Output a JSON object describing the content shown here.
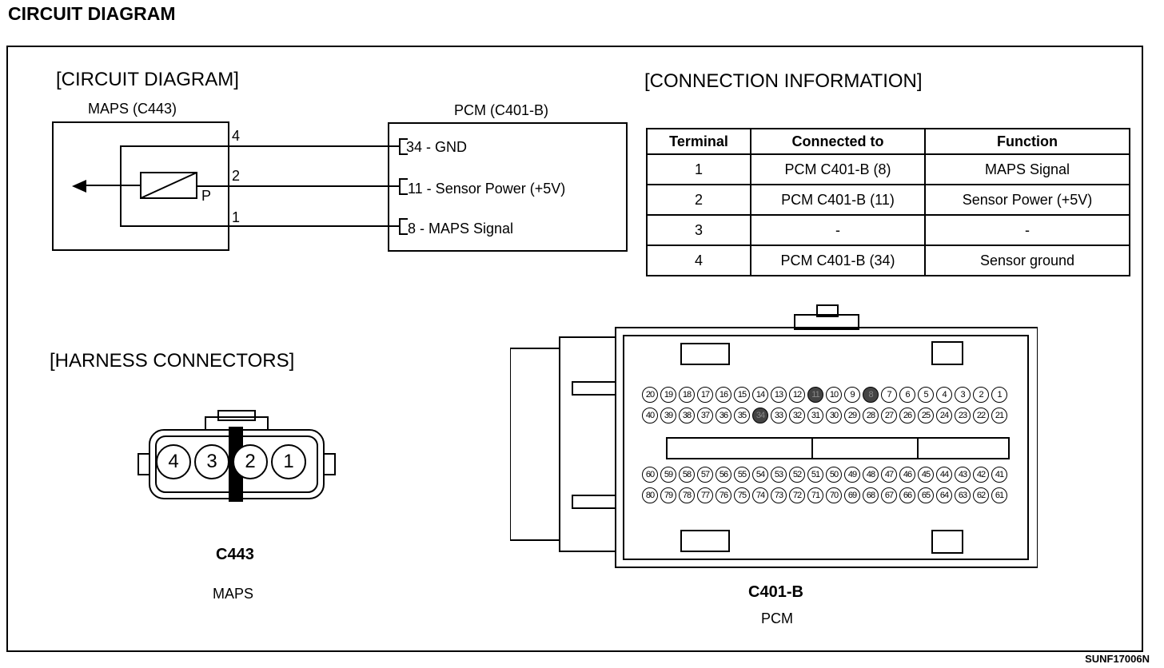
{
  "page_title": "CIRCUIT DIAGRAM",
  "sections": {
    "circuit": "[CIRCUIT DIAGRAM]",
    "connection": "[CONNECTION INFORMATION]",
    "harness": "[HARNESS CONNECTORS]"
  },
  "maps_box": {
    "label": "MAPS (C443)",
    "sensor_symbol": "P",
    "pins": [
      "4",
      "2",
      "1"
    ]
  },
  "pcm_box": {
    "label": "PCM (C401-B)",
    "pins": [
      "34 - GND",
      "11 - Sensor Power (+5V)",
      "8 - MAPS Signal"
    ]
  },
  "table": {
    "headers": [
      "Terminal",
      "Connected to",
      "Function"
    ],
    "rows": [
      [
        "1",
        "PCM C401-B (8)",
        "MAPS Signal"
      ],
      [
        "2",
        "PCM C401-B (11)",
        "Sensor Power (+5V)"
      ],
      [
        "3",
        "-",
        "-"
      ],
      [
        "4",
        "PCM C401-B (34)",
        "Sensor ground"
      ]
    ]
  },
  "c443": {
    "name": "C443",
    "desc": "MAPS",
    "pins": [
      "4",
      "3",
      "2",
      "1"
    ]
  },
  "c401b": {
    "name": "C401-B",
    "desc": "PCM",
    "rows": [
      [
        "20",
        "19",
        "18",
        "17",
        "16",
        "15",
        "14",
        "13",
        "12",
        "11",
        "10",
        "9",
        "8",
        "7",
        "6",
        "5",
        "4",
        "3",
        "2",
        "1"
      ],
      [
        "40",
        "39",
        "38",
        "37",
        "36",
        "35",
        "34",
        "33",
        "32",
        "31",
        "30",
        "29",
        "28",
        "27",
        "26",
        "25",
        "24",
        "23",
        "22",
        "21"
      ],
      [
        "60",
        "59",
        "58",
        "57",
        "56",
        "55",
        "54",
        "53",
        "52",
        "51",
        "50",
        "49",
        "48",
        "47",
        "46",
        "45",
        "44",
        "43",
        "42",
        "41"
      ],
      [
        "80",
        "79",
        "78",
        "77",
        "76",
        "75",
        "74",
        "73",
        "72",
        "71",
        "70",
        "69",
        "68",
        "67",
        "66",
        "65",
        "64",
        "63",
        "62",
        "61"
      ]
    ],
    "highlighted": [
      "11",
      "8",
      "34"
    ]
  },
  "figure_code": "SUNF17006N"
}
